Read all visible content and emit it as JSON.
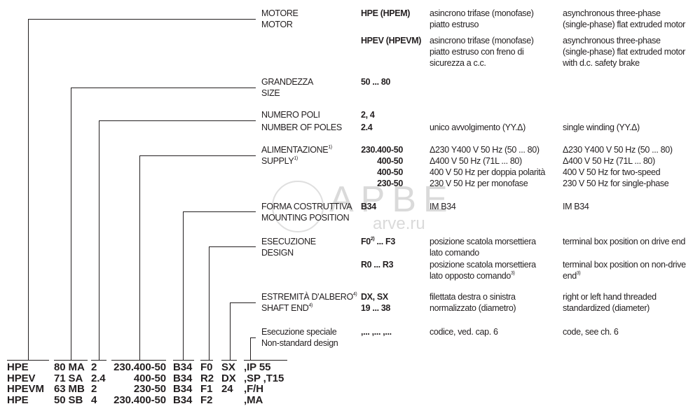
{
  "watermark": {
    "logo": "APBE",
    "site": "arve.ru"
  },
  "sections": [
    {
      "label_it": "MOTORE",
      "label_en": "MOTOR",
      "entries": [
        {
          "code": "HPE (HPEM)",
          "it": "asincrono trifase (monofase)\npiatto estruso",
          "en": "asynchronous three-phase\n(single-phase) flat extruded motor"
        },
        {
          "code": "HPEV (HPEVM)",
          "it": "asincrono trifase (monofase)\npiatto estruso con freno di\nsicurezza a c.c.",
          "en": "asynchronous three-phase\n(single-phase) flat extruded motor\nwith d.c. safety brake"
        }
      ]
    },
    {
      "label_it": "GRANDEZZA",
      "label_en": "SIZE",
      "entries": [
        {
          "code": "50 ... 80"
        }
      ]
    },
    {
      "label_it": "NUMERO POLI",
      "label_en": "NUMBER OF POLES",
      "entries": [
        {
          "code": "2, 4"
        },
        {
          "code": "2.4",
          "it": "unico avvolgimento (YY.Δ)",
          "en": "single winding (YY.Δ)"
        }
      ]
    },
    {
      "label_it": "ALIMENTAZIONE",
      "label_en": "SUPPLY",
      "sup": "1)",
      "entries": [
        {
          "code": "230.400-50",
          "it": "Δ230 Y400 V 50 Hz (50 ... 80)",
          "en": "Δ230 Y400 V 50 Hz (50 ... 80)"
        },
        {
          "code": "400-50",
          "it": "Δ400 V 50 Hz (71L ... 80)",
          "en": "Δ400 V 50 Hz (71L ... 80)"
        },
        {
          "code": "400-50",
          "it": "400 V 50 Hz per doppia polarità",
          "en": "400 V 50 Hz for two-speed"
        },
        {
          "code": "230-50",
          "it": "230 V 50 Hz per monofase",
          "en": "230 V 50 Hz for single-phase"
        }
      ]
    },
    {
      "label_it": "FORMA COSTRUTTIVA",
      "label_en": "MOUNTING POSITION",
      "entries": [
        {
          "code": "B34",
          "it": "IM B34",
          "en": "IM B34"
        }
      ]
    },
    {
      "label_it": "ESECUZIONE",
      "label_en": "DESIGN",
      "entries": [
        {
          "code": "F0",
          "code_sup": "2)",
          "code_rest": " ... F3",
          "it": "posizione scatola morsettiera\nlato comando",
          "en": "terminal box position on drive end"
        },
        {
          "code": "R0 ... R3",
          "it": "posizione scatola morsettiera\nlato opposto comando",
          "it_sup": "3)",
          "en": "terminal box position on non-drive\nend",
          "en_sup": "3)"
        }
      ]
    },
    {
      "label_it": "ESTREMITÀ D'ALBERO",
      "label_en": "SHAFT END",
      "sup": "4)",
      "entries": [
        {
          "code": "DX, SX",
          "it": "filettata destra o sinistra",
          "en": "right or left hand threaded"
        },
        {
          "code": "19 ... 38",
          "it": "normalizzato (diametro)",
          "en": "standardized (diameter)"
        }
      ]
    },
    {
      "label_it": "Esecuzione speciale",
      "label_en": "Non-standard design",
      "entries": [
        {
          "code": ",... ,... ,...",
          "it": "codice, ved. cap. 6",
          "en": "code, see ch. 6"
        }
      ]
    }
  ],
  "examples": {
    "motor": [
      "HPE",
      "HPEV",
      "HPEVM",
      "HPE"
    ],
    "size": [
      "80 MA",
      "71 SA",
      "63 MB",
      "50 SB"
    ],
    "poles": [
      "2",
      "2.4",
      "2",
      "4"
    ],
    "supply": [
      "230.400-50",
      "400-50",
      "230-50",
      "230.400-50"
    ],
    "mounting": [
      "B34",
      "B34",
      "B34",
      "B34"
    ],
    "design": [
      "F0",
      "R2",
      "F1",
      "F2"
    ],
    "shaft": [
      "SX",
      "DX",
      "24",
      ""
    ],
    "special": [
      ",IP 55",
      ",SP ,T15",
      ",F/H",
      ",MA"
    ]
  }
}
